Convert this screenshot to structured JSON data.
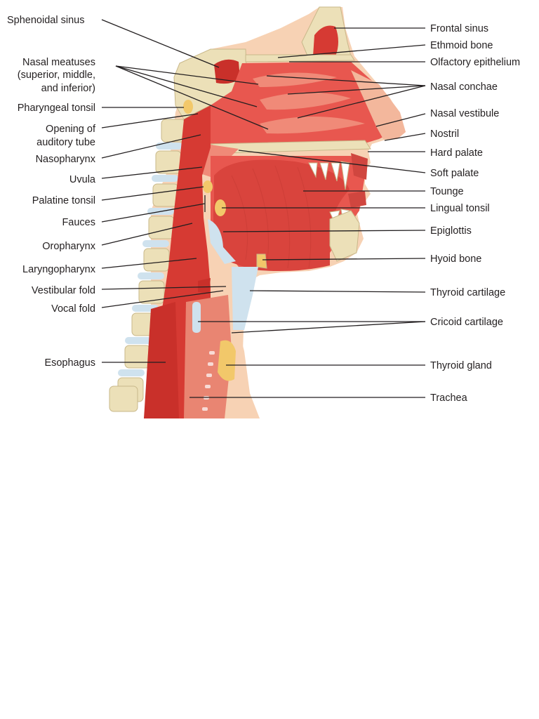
{
  "diagram": {
    "labels_left": {
      "sphenoidal_sinus": "Sphenoidal sinus",
      "nasal_meatuses": [
        "Nasal meatuses",
        "(superior, middle,",
        "and inferior)"
      ],
      "pharyngeal_tonsil": "Pharyngeal tonsil",
      "opening_auditory_tube": [
        "Opening of",
        "auditory tube"
      ],
      "nasopharynx": "Nasopharynx",
      "uvula": "Uvula",
      "palatine_tonsil": "Palatine tonsil",
      "fauces": "Fauces",
      "oropharynx": "Oropharynx",
      "laryngopharynx": "Laryngopharynx",
      "vestibular_fold": "Vestibular fold",
      "vocal_fold": "Vocal fold",
      "esophagus": "Esophagus"
    },
    "labels_right": {
      "frontal_sinus": "Frontal sinus",
      "ethmoid_bone": "Ethmoid bone",
      "olfactory_epithelium": "Olfactory epithelium",
      "nasal_conchae": "Nasal conchae",
      "nasal_vestibule": "Nasal vestibule",
      "nostril": "Nostril",
      "hard_palate": "Hard palate",
      "soft_palate": "Soft palate",
      "tongue": "Tounge",
      "lingual_tonsil": "Lingual tonsil",
      "epiglottis": "Epiglottis",
      "hyoid_bone": "Hyoid bone",
      "thyroid_cartilage": "Thyroid cartilage",
      "cricoid_cartilage": "Cricoid cartilage",
      "thyroid_gland": "Thyroid gland",
      "trachea": "Trachea"
    },
    "colors": {
      "skin": "#f7d2b4",
      "tissue": "#e8574f",
      "tissue_dark": "#c9302a",
      "tissue_light": "#f08a78",
      "bone": "#ece0b8",
      "bone_dark": "#c9b88a",
      "cartilage": "#cfe2ee",
      "gland": "#f2c86a",
      "tongue": "#d9443d"
    }
  }
}
